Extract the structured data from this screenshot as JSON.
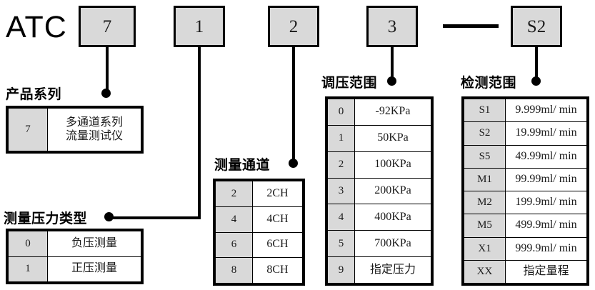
{
  "title_prefix": "ATC",
  "separator": "—",
  "model_code_boxes": [
    {
      "value": "7"
    },
    {
      "value": "1"
    },
    {
      "value": "2"
    },
    {
      "value": "3"
    },
    {
      "value": "S2"
    }
  ],
  "groups": {
    "product_series": {
      "caption": "产品系列",
      "rows": [
        {
          "code": "7",
          "desc": "多通道系列\n流量测试仪"
        }
      ]
    },
    "pressure_type": {
      "caption": "测量压力类型",
      "rows": [
        {
          "code": "0",
          "desc": "负压测量"
        },
        {
          "code": "1",
          "desc": "正压测量"
        }
      ]
    },
    "channels": {
      "caption": "测量通道",
      "rows": [
        {
          "code": "2",
          "desc": "2CH"
        },
        {
          "code": "4",
          "desc": "4CH"
        },
        {
          "code": "6",
          "desc": "6CH"
        },
        {
          "code": "8",
          "desc": "8CH"
        }
      ]
    },
    "pressure_range": {
      "caption": "调压范围",
      "rows": [
        {
          "code": "0",
          "desc": "-92KPa"
        },
        {
          "code": "1",
          "desc": "50KPa"
        },
        {
          "code": "2",
          "desc": "100KPa"
        },
        {
          "code": "3",
          "desc": "200KPa"
        },
        {
          "code": "4",
          "desc": "400KPa"
        },
        {
          "code": "5",
          "desc": "700KPa"
        },
        {
          "code": "9",
          "desc": "指定压力"
        }
      ]
    },
    "detection_range": {
      "caption": "检测范围",
      "rows": [
        {
          "code": "S1",
          "desc": "9.999ml/ min"
        },
        {
          "code": "S2",
          "desc": "19.99ml/ min"
        },
        {
          "code": "S5",
          "desc": "49.99ml/ min"
        },
        {
          "code": "M1",
          "desc": "99.99ml/ min"
        },
        {
          "code": "M2",
          "desc": "199.9ml/ min"
        },
        {
          "code": "M5",
          "desc": "499.9ml/ min"
        },
        {
          "code": "X1",
          "desc": "999.9ml/ min"
        },
        {
          "code": "XX",
          "desc": "指定量程"
        }
      ]
    }
  },
  "colors": {
    "code_fill": "#d9d9d9",
    "line": "#000000",
    "background": "#ffffff"
  }
}
